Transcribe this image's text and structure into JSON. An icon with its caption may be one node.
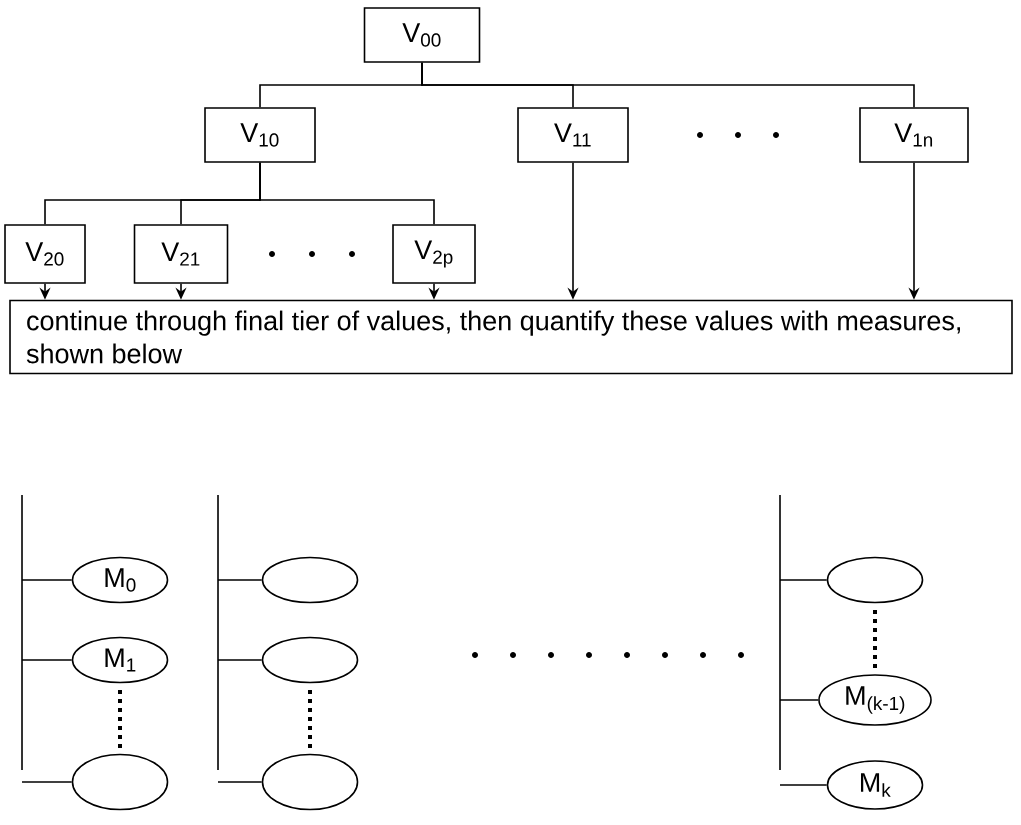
{
  "diagram": {
    "nodes": [
      {
        "text": [
          "V$_{00}$"
        ]
      },
      {
        "text": [
          "V$_{10}$"
        ]
      },
      {
        "text": [
          "V$_{11}$"
        ]
      },
      {
        "text": [
          "V$_{1n}$"
        ]
      },
      {
        "text": [
          "V$_{20}$"
        ]
      },
      {
        "text": [
          "V$_{21}$"
        ]
      },
      {
        "text": [
          "V$_{2p}$"
        ]
      },
      {
        "text": [
          "continue through final tier of values, then quantify these values with measures, shown below"
        ]
      },
      {
        "text": [
          "M$_{0}$"
        ]
      },
      {
        "text": [
          "M$_{1}$"
        ]
      },
      {
        "text": [],
        "shape": "ellipse"
      },
      {
        "text": [],
        "shape": "ellipse"
      },
      {
        "text": [],
        "shape": "ellipse"
      },
      {
        "text": [],
        "shape": "ellipse"
      },
      {
        "text": [],
        "shape": "ellipse"
      },
      {
        "text": [
          "M$_{(k-1)}$"
        ]
      },
      {
        "text": [
          "M$_{k}$"
        ]
      }
    ],
    "edges": [
      {
        "from": 0,
        "to": 1,
        "arrow": "none"
      },
      {
        "from": 0,
        "to": 2,
        "arrow": "none"
      },
      {
        "from": 0,
        "to": 3,
        "arrow": "none"
      },
      {
        "from": 1,
        "to": 4,
        "arrow": "none"
      },
      {
        "from": 1,
        "to": 5,
        "arrow": "none"
      },
      {
        "from": 1,
        "to": 6,
        "arrow": "none"
      },
      {
        "from": 4,
        "to": 7,
        "arrow": "to"
      },
      {
        "from": 5,
        "to": 7,
        "arrow": "to"
      },
      {
        "from": 6,
        "to": 7,
        "arrow": "to"
      },
      {
        "from": 2,
        "to": 7,
        "arrow": "to"
      },
      {
        "from": 3,
        "to": 7,
        "arrow": "to"
      },
      {
        "from": null,
        "to": 8,
        "arrow": "none"
      },
      {
        "from": null,
        "to": 9,
        "arrow": "none"
      },
      {
        "from": null,
        "to": 10,
        "arrow": "none"
      },
      {
        "from": null,
        "to": 11,
        "arrow": "none"
      },
      {
        "from": null,
        "to": 12,
        "arrow": "none"
      },
      {
        "from": null,
        "to": 13,
        "arrow": "none"
      },
      {
        "from": null,
        "to": 14,
        "arrow": "none"
      },
      {
        "from": null,
        "to": 15,
        "arrow": "none"
      },
      {
        "from": null,
        "to": 16,
        "arrow": "none"
      }
    ]
  }
}
